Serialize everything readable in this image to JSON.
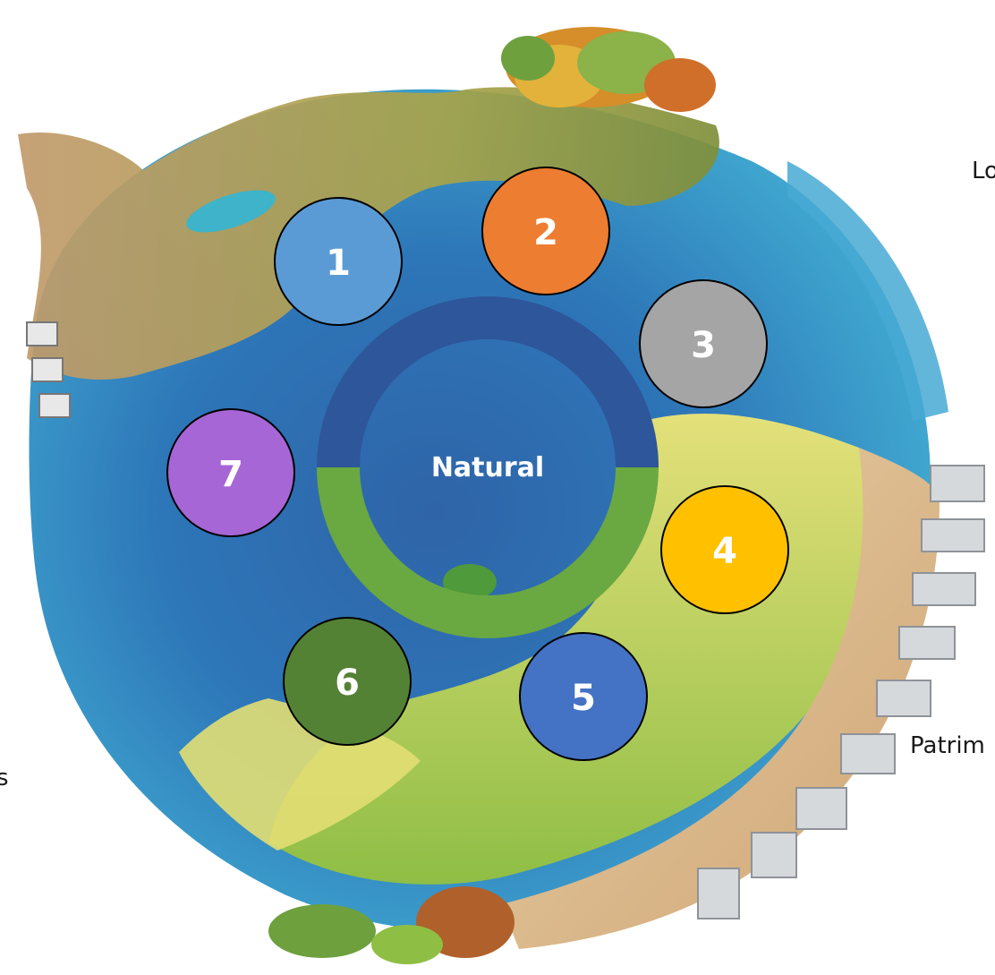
{
  "center": {
    "label": "Natural"
  },
  "nodes": [
    {
      "number": "1",
      "color": "#5b9bd5"
    },
    {
      "number": "2",
      "color": "#ed7d31"
    },
    {
      "number": "3",
      "color": "#a5a5a5"
    },
    {
      "number": "4",
      "color": "#ffc000"
    },
    {
      "number": "5",
      "color": "#4472c4"
    },
    {
      "number": "6",
      "color": "#548235"
    },
    {
      "number": "7",
      "color": "#a666d6"
    }
  ],
  "ring": {
    "top_color": "#2e569a",
    "bottom_color": "#6aa842"
  },
  "side_labels": {
    "top_right": "Lo",
    "bottom_right": "Patrim",
    "left": "s"
  }
}
